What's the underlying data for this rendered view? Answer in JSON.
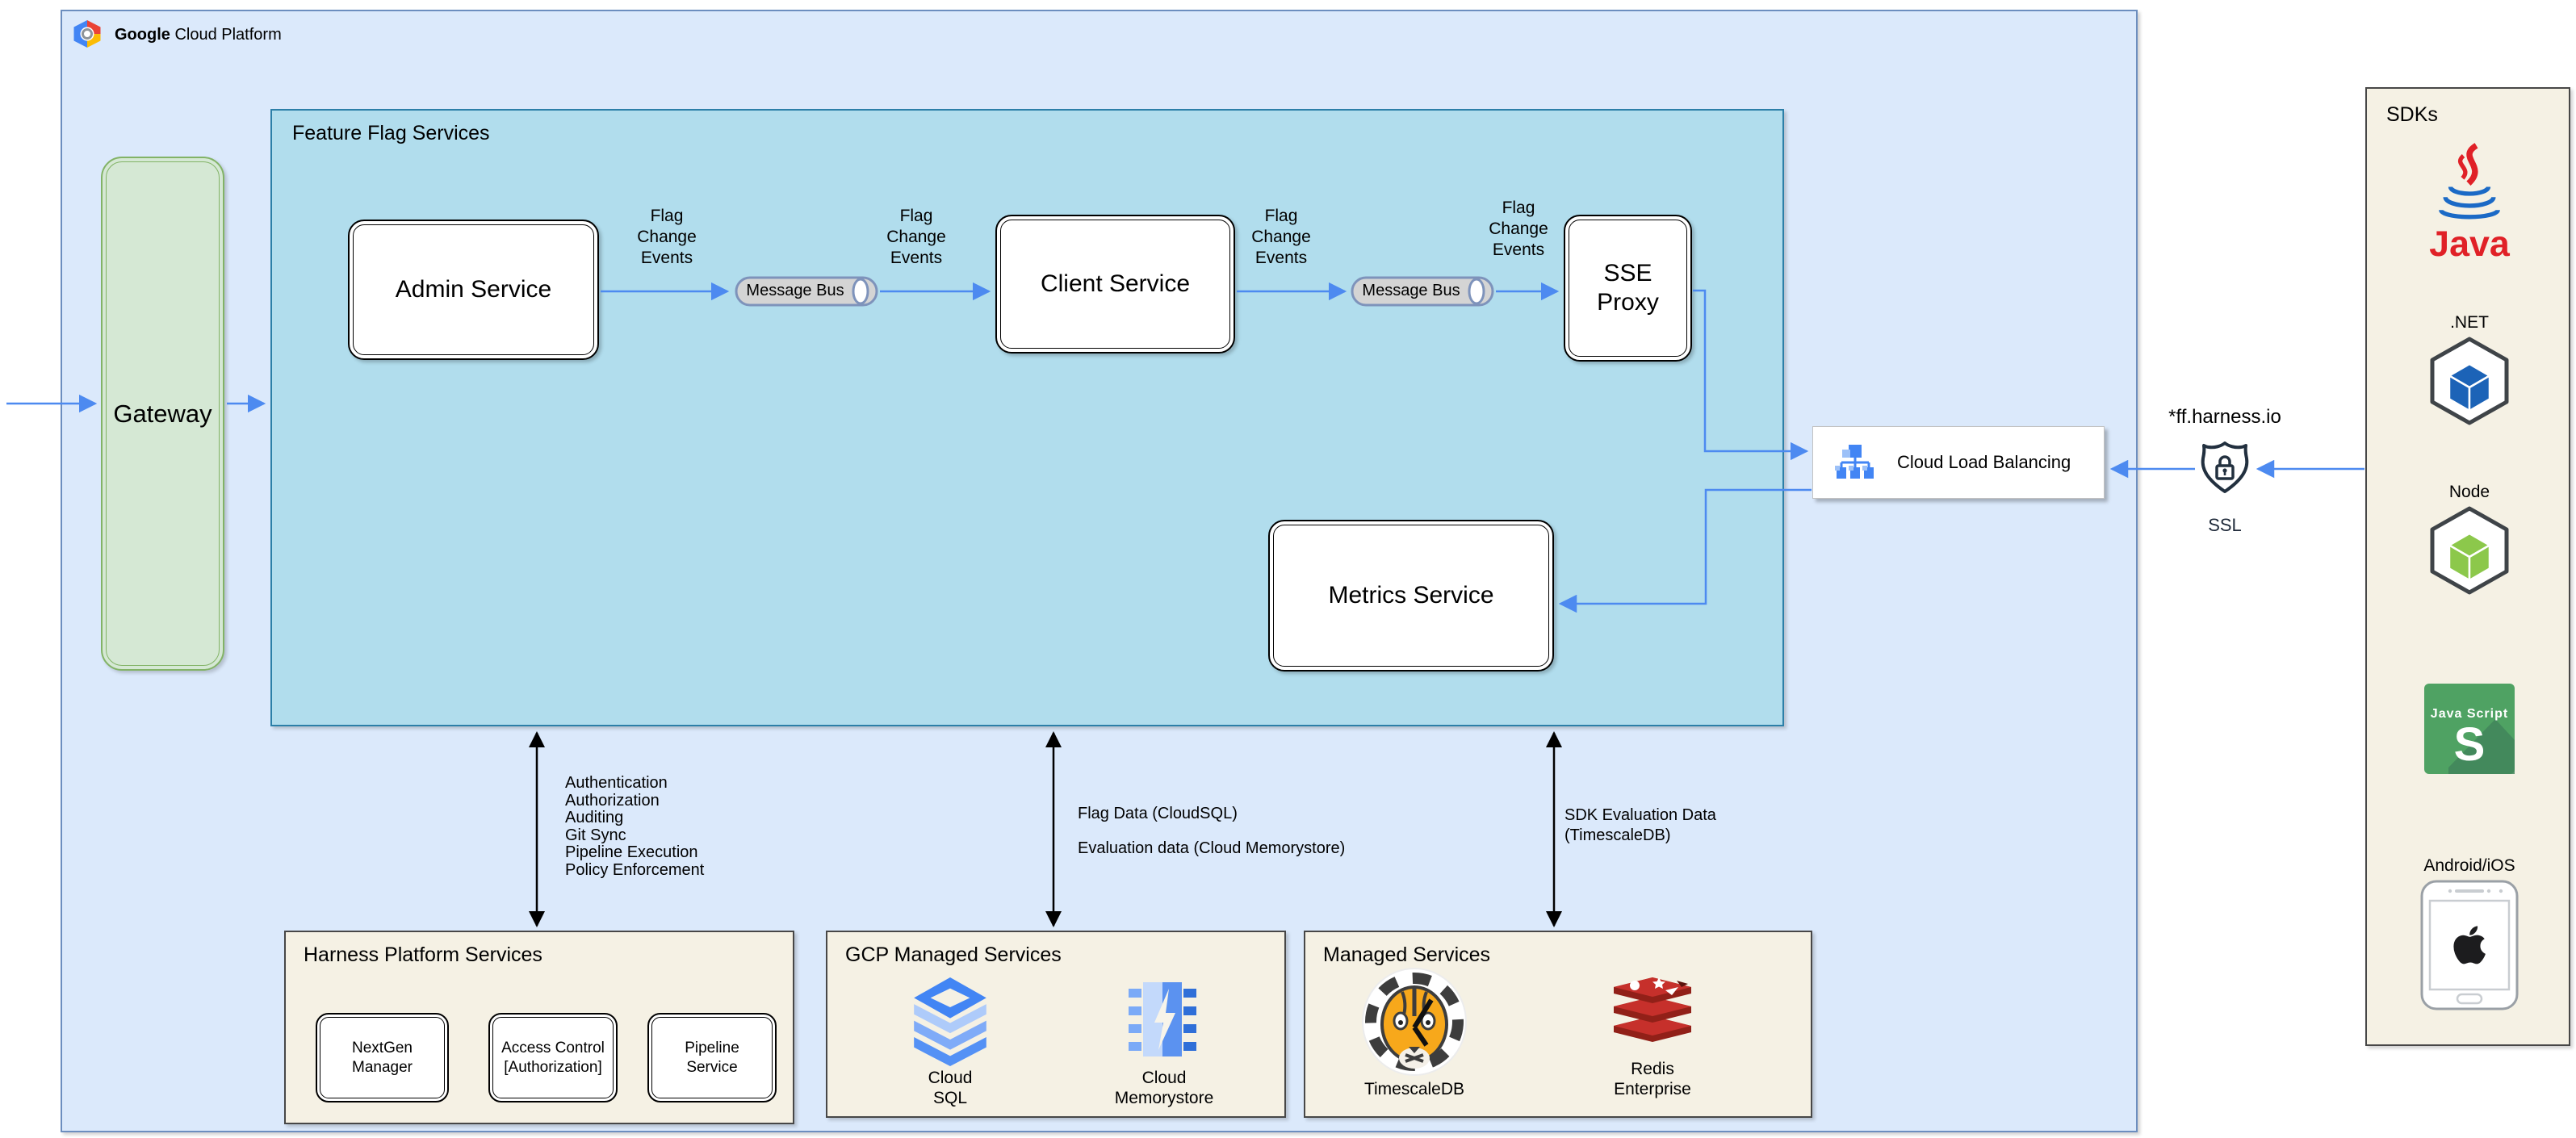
{
  "brand": {
    "name_bold": "Google",
    "name_rest": " Cloud Platform"
  },
  "gateway": {
    "label": "Gateway"
  },
  "feature_flag_services": {
    "title": "Feature Flag Services",
    "admin_service": "Admin Service",
    "client_service": "Client Service",
    "sse_proxy": "SSE Proxy",
    "metrics_service": "Metrics Service",
    "message_bus_1": "Message Bus",
    "message_bus_2": "Message Bus",
    "flag_change_events": [
      "Flag Change Events",
      "Flag Change Events",
      "Flag Change Events",
      "Flag Change Events"
    ]
  },
  "cloud_load_balancing": {
    "label": "Cloud Load Balancing"
  },
  "ssl": {
    "domain": "*ff.harness.io",
    "label": "SSL"
  },
  "integration_labels": {
    "harness": [
      "Authentication",
      "Authorization",
      "Auditing",
      "Git Sync",
      "Pipeline Execution",
      "Policy Enforcement"
    ],
    "gcp_line1": "Flag Data (CloudSQL)",
    "gcp_line2": "Evaluation data (Cloud Memorystore)",
    "managed": "SDK Evaluation Data (TimescaleDB)"
  },
  "harness_platform_services": {
    "title": "Harness Platform Services",
    "items": [
      "NextGen Manager",
      "Access Control [Authorization]",
      "Pipeline Service"
    ]
  },
  "gcp_managed_services": {
    "title": "GCP Managed Services",
    "cloud_sql": "Cloud SQL",
    "cloud_memorystore": "Cloud Memorystore"
  },
  "managed_services": {
    "title": "Managed Services",
    "timescaledb": "TimescaleDB",
    "redis": "Redis Enterprise"
  },
  "sdks": {
    "title": "SDKs",
    "java": "Java",
    "dotnet": ".NET",
    "node": "Node",
    "javascript": "Java Script",
    "javascript_s": "S",
    "mobile": "Android/iOS"
  },
  "colors": {
    "arrow_blue": "#4d8af0",
    "container_fill": "#dbe9fb",
    "container_stroke": "#6c8ebf",
    "ffs_fill": "#b1dded",
    "ffs_stroke": "#2c7fa8",
    "gateway_fill": "#d5e8d4",
    "gateway_stroke": "#82b366",
    "panel_fill": "#f5f1e4",
    "gcp_blue": "#4285f4",
    "node_green": "#8cc84b",
    "dotnet_blue": "#1c63b7",
    "js_green": "#4fa263",
    "redis_red": "#c6302b",
    "timescale_orange": "#f7a81b"
  }
}
